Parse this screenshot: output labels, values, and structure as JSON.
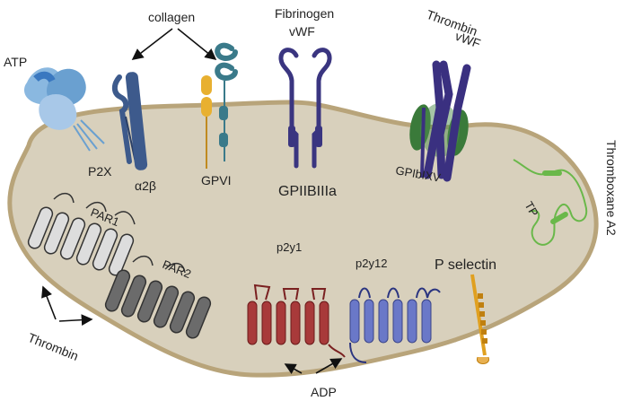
{
  "title": "",
  "labels": {
    "collagen": "collagen",
    "fibrinogen": "Fibrinogen",
    "vwf1": "vWF",
    "thrombin_top": "Thrombin",
    "vwf2": "vWF",
    "atp": "ATP",
    "p2x": "P2X",
    "a2b": "α2β",
    "gpvi": "GPVI",
    "gpiibiiia": "GPIIBIIIa",
    "gpibixv": "GPIbIXV",
    "thromboxane": "Thromboxane A2",
    "tp": "TP",
    "par1": "PAR1",
    "par2": "PAR2",
    "p2y1": "p2y1",
    "p2y12": "p2y12",
    "p_selectin": "P selectin",
    "thrombin_bottom": "Thrombin",
    "adp": "ADP"
  },
  "colors": {
    "cell_fill": "#d8d0bc",
    "cell_stroke": "#b8a47a",
    "par1": "#dddddd",
    "par2": "#6b6b6b",
    "p2y1": "#a83a3a",
    "p2y12": "#6a78c8",
    "atp_receptor": "#8ab8e0",
    "integrin_a2b": "#3d5a8c",
    "gpvi_yellow": "#e8b030",
    "gpvi_teal": "#3a7a8a",
    "fibrinogen": "#3a3580",
    "gpib_green": "#3a7a3a",
    "gpib_purple": "#3a3080",
    "tp": "#6ab84a",
    "p_selectin": "#e0a020"
  }
}
